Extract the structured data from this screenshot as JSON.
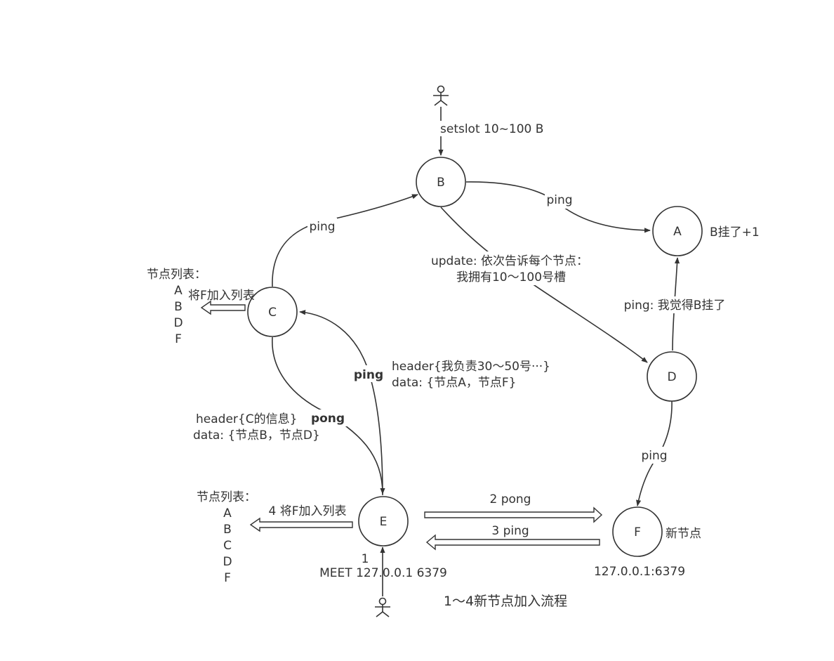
{
  "nodes": {
    "A": "A",
    "B": "B",
    "C": "C",
    "D": "D",
    "E": "E",
    "F": "F"
  },
  "labels": {
    "setslot": "setslot 10~100 B",
    "ping_b_a": "ping",
    "b_down": "B挂了+1",
    "ping_c_b": "ping",
    "update_line1": "update: 依次告诉每个节点：",
    "update_line2": "我拥有10～100号槽",
    "ping_d_a": "ping: 我觉得B挂了",
    "add_f_c": "将F加入列表",
    "ping_e_c": "ping",
    "ping_header": "header{我负责30～50号···}",
    "ping_data": "data: {节点A，节点F}",
    "pong_header": "header{C的信息}",
    "pong_data": "data: {节点B，节点D}",
    "pong": "pong",
    "ping_d_f": "ping",
    "pong_2": "2 pong",
    "ping_3": "3 ping",
    "add_f_e": "4 将F加入列表",
    "new_node": "新节点",
    "f_address": "127.0.0.1:6379",
    "step_1": "1",
    "meet": "MEET 127.0.0.1 6379",
    "caption": "1～4新节点加入流程"
  },
  "node_list_c": {
    "title": "节点列表：",
    "items": [
      "A",
      "B",
      "D",
      "F"
    ]
  },
  "node_list_e": {
    "title": "节点列表：",
    "items": [
      "A",
      "B",
      "C",
      "D",
      "F"
    ]
  }
}
